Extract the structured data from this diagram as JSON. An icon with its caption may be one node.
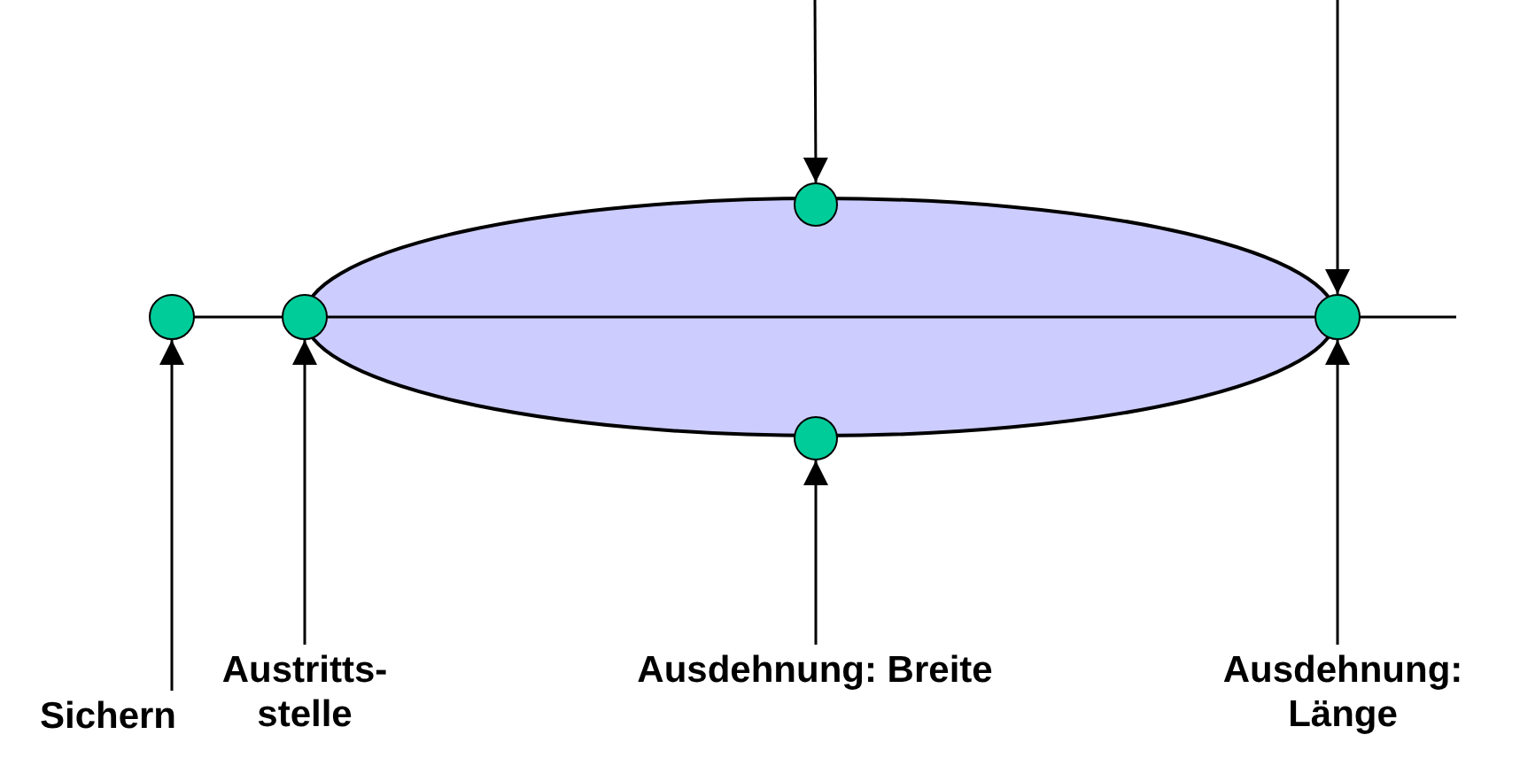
{
  "diagram": {
    "nodes": [
      {
        "text": [],
        "shape": "circle"
      },
      {
        "text": [],
        "shape": "circle"
      },
      {
        "text": [],
        "shape": "circle"
      },
      {
        "text": [],
        "shape": "circle"
      },
      {
        "text": [],
        "shape": "circle"
      },
      {
        "text": [
          "Sichern"
        ]
      },
      {
        "text": [
          "Austritts- stelle"
        ]
      },
      {
        "text": [
          "Ausdehnung: Breite"
        ]
      },
      {
        "text": [
          "Ausdehnung: Länge"
        ]
      }
    ],
    "edges": [
      {
        "from": 5,
        "to": 1,
        "arrow": "to"
      },
      {
        "from": 6,
        "to": 2,
        "arrow": "to"
      },
      {
        "from": null,
        "to": 0,
        "arrow": "to"
      },
      {
        "from": 7,
        "to": 4,
        "arrow": "to"
      },
      {
        "from": null,
        "to": 3,
        "arrow": "to"
      },
      {
        "from": 8,
        "to": 3,
        "arrow": "to"
      }
    ]
  }
}
